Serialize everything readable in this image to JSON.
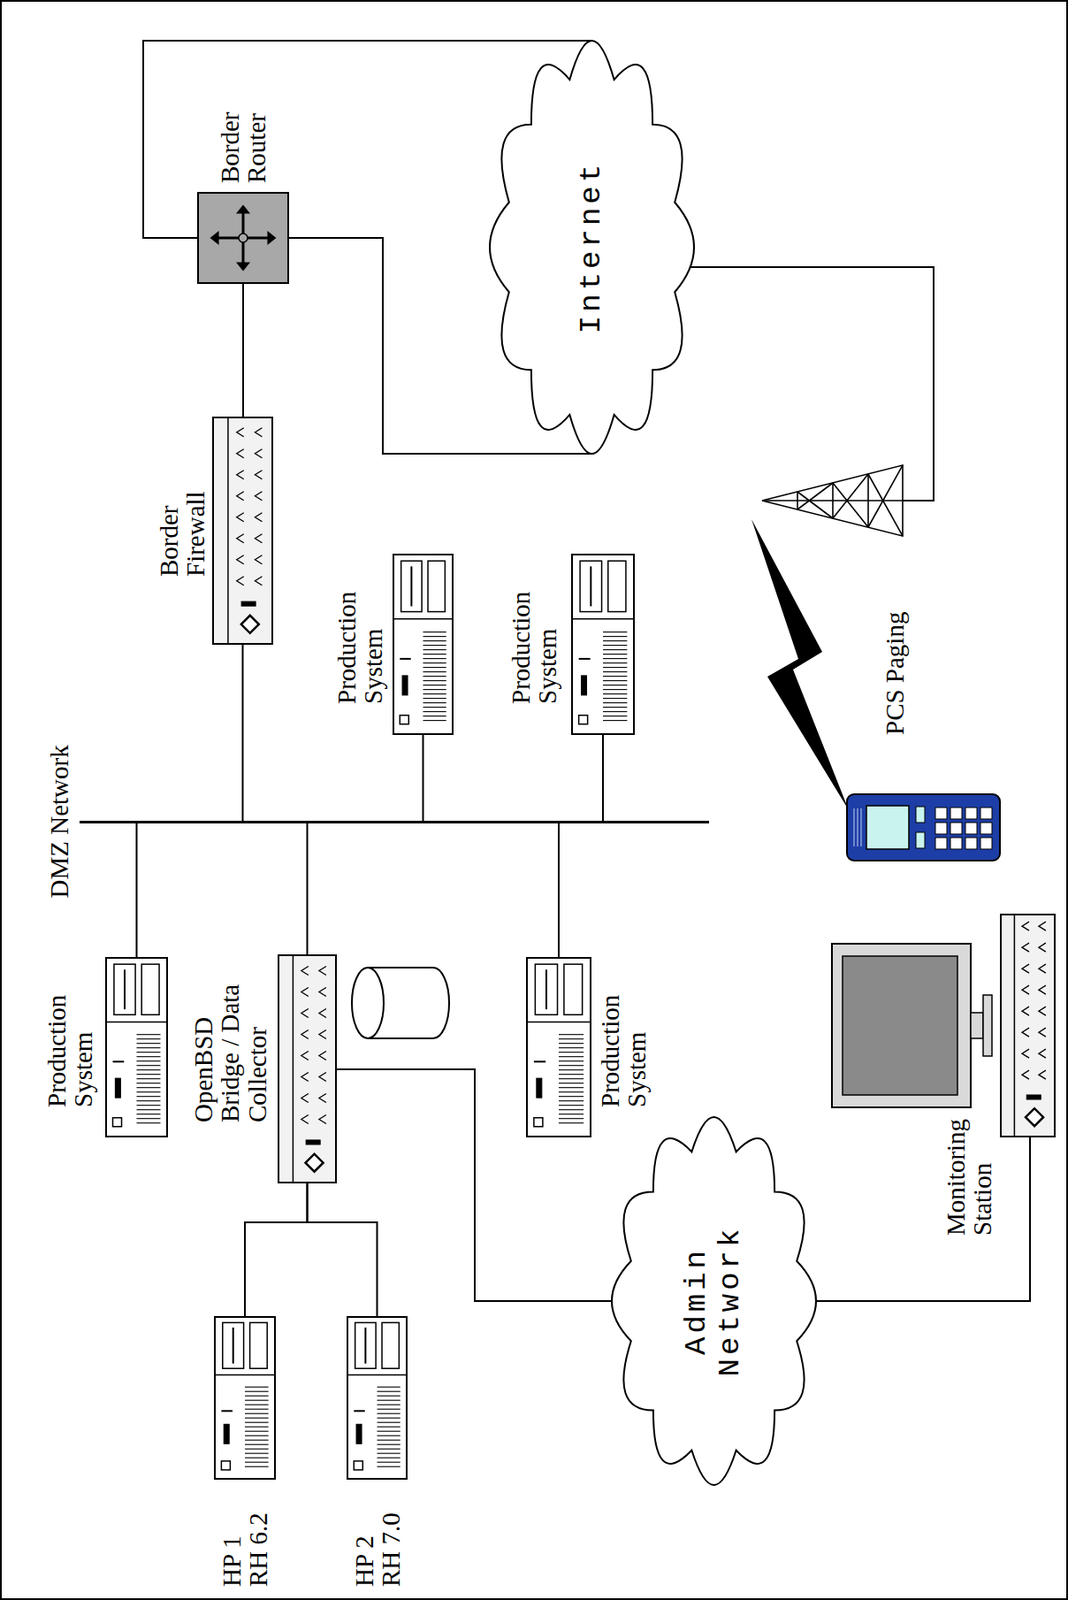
{
  "diagram": {
    "nodes": [
      {
        "text": [
          "Border Router"
        ]
      },
      {
        "text": [
          "Internet"
        ]
      },
      {
        "text": [
          "Border Firewall"
        ]
      },
      {
        "text": [
          "DMZ Network"
        ]
      },
      {
        "text": [
          "Production System"
        ]
      },
      {
        "text": [
          "Production System"
        ]
      },
      {
        "text": [
          "Production System"
        ]
      },
      {
        "text": [
          "OpenBSD Bridge / Data Collector"
        ]
      },
      {
        "text": [
          "Production System"
        ]
      },
      {
        "text": [
          "HP 1 RH 6.2"
        ]
      },
      {
        "text": [
          "HP 2 RH 7.0"
        ]
      },
      {
        "text": [
          "Admin Network"
        ]
      },
      {
        "text": [
          "Monitoring Station"
        ]
      }
    ],
    "edges": [
      {
        "from": 0,
        "to": 1,
        "arrow": "none"
      },
      {
        "from": 0,
        "to": 1,
        "arrow": "none"
      },
      {
        "from": 0,
        "to": 2,
        "arrow": "none"
      },
      {
        "from": 2,
        "to": 3,
        "arrow": "none"
      },
      {
        "from": 4,
        "to": 3,
        "arrow": "none"
      },
      {
        "from": 5,
        "to": 3,
        "arrow": "none"
      },
      {
        "from": 6,
        "to": 3,
        "arrow": "none"
      },
      {
        "from": 7,
        "to": 3,
        "arrow": "none"
      },
      {
        "from": 8,
        "to": 3,
        "arrow": "none"
      },
      {
        "from": 7,
        "to": 9,
        "arrow": "none"
      },
      {
        "from": 7,
        "to": 10,
        "arrow": "none"
      },
      {
        "from": 7,
        "to": 11,
        "arrow": "none"
      },
      {
        "from": 11,
        "to": 12,
        "arrow": "none"
      }
    ],
    "labels": [
      "PCS Paging"
    ]
  }
}
